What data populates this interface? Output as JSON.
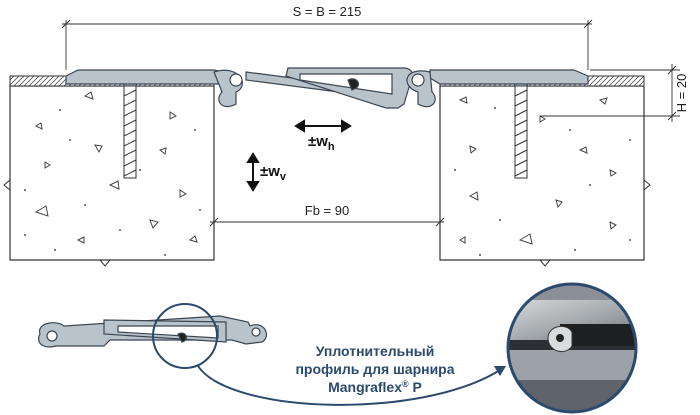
{
  "dimensions": {
    "overall_width": "S = B = 215",
    "gap_width": "Fb = 90",
    "height": "H = 20"
  },
  "movement": {
    "horizontal_label": "±w",
    "horizontal_sub": "h",
    "vertical_label": "±w",
    "vertical_sub": "v"
  },
  "caption": {
    "line1": "Уплотнительный",
    "line2": "профиль для шарнира",
    "line3_brand": "Mangraflex",
    "line3_reg": "®",
    "line3_tail": " P"
  },
  "colors": {
    "profile_fill": "#b9c3cc",
    "profile_stroke": "#3b4652",
    "concrete_stroke": "#333333",
    "callout_circle": "#2a4a6e",
    "photo_frame": "#2a4a6e"
  }
}
